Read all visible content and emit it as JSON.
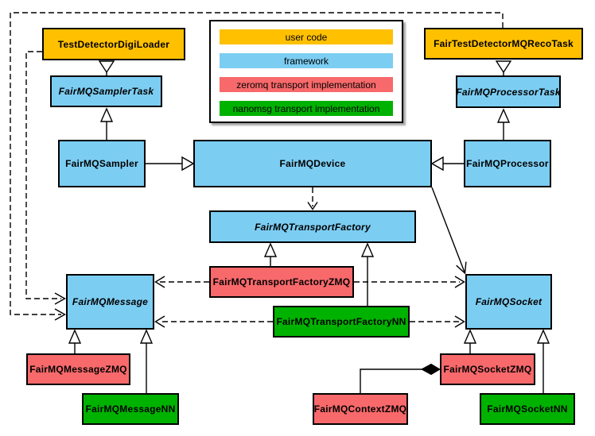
{
  "colors": {
    "user_code": "#FFC000",
    "framework": "#7CCDF2",
    "zeromq": "#F8696B",
    "nanomsg": "#00B200"
  },
  "legend": {
    "items": [
      {
        "label": "user code",
        "color": "#FFC000"
      },
      {
        "label": "framework",
        "color": "#7CCDF2"
      },
      {
        "label": "zeromq transport implementation",
        "color": "#F8696B"
      },
      {
        "label": "nanomsg transport implementation",
        "color": "#00B200"
      }
    ]
  },
  "nodes": {
    "digi_loader": {
      "label": "TestDetectorDigiLoader",
      "category": "user_code"
    },
    "sampler_task": {
      "label": "FairMQSamplerTask",
      "category": "framework",
      "abstract": true
    },
    "sampler": {
      "label": "FairMQSampler",
      "category": "framework"
    },
    "device": {
      "label": "FairMQDevice",
      "category": "framework"
    },
    "reco_task": {
      "label": "FairTestDetectorMQRecoTask",
      "category": "user_code"
    },
    "processor_task": {
      "label": "FairMQProcessorTask",
      "category": "framework",
      "abstract": true
    },
    "processor": {
      "label": "FairMQProcessor",
      "category": "framework"
    },
    "transport_factory": {
      "label": "FairMQTransportFactory",
      "category": "framework",
      "abstract": true
    },
    "tf_zmq": {
      "label": "FairMQTransportFactoryZMQ",
      "category": "zeromq"
    },
    "tf_nn": {
      "label": "FairMQTransportFactoryNN",
      "category": "nanomsg"
    },
    "message": {
      "label": "FairMQMessage",
      "category": "framework",
      "abstract": true
    },
    "socket": {
      "label": "FairMQSocket",
      "category": "framework",
      "abstract": true
    },
    "message_zmq": {
      "label": "FairMQMessageZMQ",
      "category": "zeromq"
    },
    "message_nn": {
      "label": "FairMQMessageNN",
      "category": "nanomsg"
    },
    "context_zmq": {
      "label": "FairMQContextZMQ",
      "category": "zeromq"
    },
    "socket_zmq": {
      "label": "FairMQSocketZMQ",
      "category": "zeromq"
    },
    "socket_nn": {
      "label": "FairMQSocketNN",
      "category": "nanomsg"
    }
  },
  "edges": [
    {
      "from": "TestDetectorDigiLoader",
      "to": "FairMQSamplerTask",
      "type": "inheritance",
      "style": "solid"
    },
    {
      "from": "FairMQSampler",
      "to": "FairMQSamplerTask",
      "type": "inheritance",
      "style": "solid"
    },
    {
      "from": "FairMQSampler",
      "to": "FairMQDevice",
      "type": "inheritance",
      "style": "solid"
    },
    {
      "from": "FairTestDetectorMQRecoTask",
      "to": "FairMQProcessorTask",
      "type": "inheritance",
      "style": "solid"
    },
    {
      "from": "FairMQProcessor",
      "to": "FairMQProcessorTask",
      "type": "inheritance",
      "style": "solid"
    },
    {
      "from": "FairMQProcessor",
      "to": "FairMQDevice",
      "type": "inheritance",
      "style": "solid"
    },
    {
      "from": "FairMQDevice",
      "to": "FairMQTransportFactory",
      "type": "dependency",
      "style": "dashed"
    },
    {
      "from": "FairMQDevice",
      "to": "FairMQSocket",
      "type": "association",
      "style": "solid"
    },
    {
      "from": "FairMQTransportFactoryZMQ",
      "to": "FairMQTransportFactory",
      "type": "inheritance",
      "style": "solid"
    },
    {
      "from": "FairMQTransportFactoryNN",
      "to": "FairMQTransportFactory",
      "type": "inheritance",
      "style": "solid"
    },
    {
      "from": "FairMQTransportFactoryZMQ",
      "to": "FairMQMessage",
      "type": "dependency",
      "style": "dashed"
    },
    {
      "from": "FairMQTransportFactoryZMQ",
      "to": "FairMQSocket",
      "type": "dependency",
      "style": "dashed"
    },
    {
      "from": "FairMQTransportFactoryNN",
      "to": "FairMQMessage",
      "type": "dependency",
      "style": "dashed"
    },
    {
      "from": "FairMQTransportFactoryNN",
      "to": "FairMQSocket",
      "type": "dependency",
      "style": "dashed"
    },
    {
      "from": "TestDetectorDigiLoader",
      "to": "FairMQMessage",
      "type": "dependency",
      "style": "dashed"
    },
    {
      "from": "FairTestDetectorMQRecoTask",
      "to": "FairMQMessage",
      "type": "dependency",
      "style": "dashed"
    },
    {
      "from": "FairMQMessageZMQ",
      "to": "FairMQMessage",
      "type": "inheritance",
      "style": "solid"
    },
    {
      "from": "FairMQMessageNN",
      "to": "FairMQMessage",
      "type": "inheritance",
      "style": "solid"
    },
    {
      "from": "FairMQSocketZMQ",
      "to": "FairMQSocket",
      "type": "inheritance",
      "style": "solid"
    },
    {
      "from": "FairMQSocketNN",
      "to": "FairMQSocket",
      "type": "inheritance",
      "style": "solid"
    },
    {
      "from": "FairMQContextZMQ",
      "to": "FairMQSocketZMQ",
      "type": "composition",
      "style": "solid"
    }
  ]
}
